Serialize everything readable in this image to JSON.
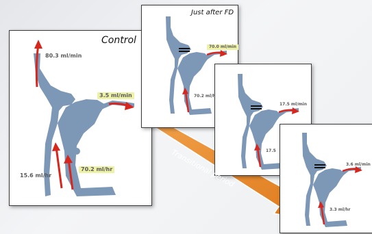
{
  "panels": {
    "control": {
      "title": "Control",
      "flows": {
        "top": "80.3 ml/min",
        "right": "3.5 ml/min",
        "center": "70.2 ml/hr",
        "left": "15.6 ml/hr"
      }
    },
    "just_after_fd": {
      "title": "Just after FD",
      "flows": {
        "right": "70.0 ml/min",
        "center": "70.2 ml/hr"
      }
    },
    "transition": {
      "flows": {
        "right": "17.5 ml/min",
        "center": "17.5"
      }
    },
    "late": {
      "flows": {
        "right": "3.6 ml/min",
        "center": "3.3 ml/hr"
      }
    }
  },
  "transition_label": "Transitional period",
  "colors": {
    "vessel": "#7d97b7",
    "arrow": "#d6271e",
    "band": "#ea8a25",
    "highlight": "#eef2a6"
  }
}
